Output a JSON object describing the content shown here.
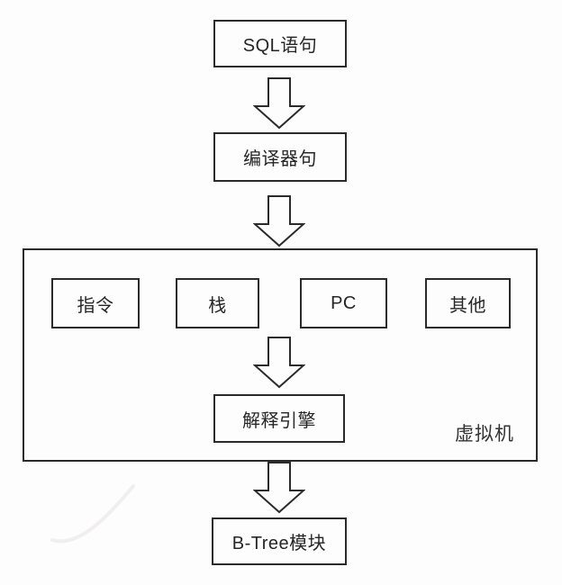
{
  "nodes": {
    "sql": {
      "label": "SQL语句"
    },
    "compiler": {
      "label": "编译器句"
    },
    "instruction": {
      "label": "指令"
    },
    "stack": {
      "label": "栈"
    },
    "pc": {
      "label": "PC"
    },
    "other": {
      "label": "其他"
    },
    "engine": {
      "label": "解释引擎"
    },
    "vm": {
      "label": "虚拟机"
    },
    "btree": {
      "label": "B-Tree模块"
    }
  },
  "edges": [
    {
      "from": "sql",
      "to": "compiler"
    },
    {
      "from": "compiler",
      "to": "vm"
    },
    {
      "from": "instruction-stack-pc-other-row",
      "to": "engine"
    },
    {
      "from": "vm",
      "to": "btree"
    }
  ],
  "icons": {
    "down_arrow": "hollow-block-down-arrow",
    "watermark": "faint-swoosh-curve"
  },
  "colors": {
    "stroke": "#2b2b2b",
    "background": "#fdfdfd",
    "text": "#262626",
    "watermark": "#f0eeee"
  }
}
